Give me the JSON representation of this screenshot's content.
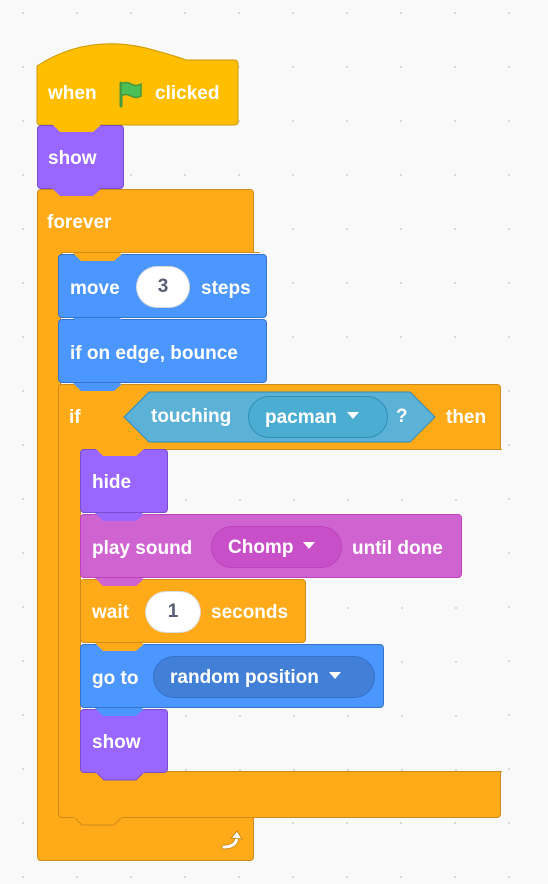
{
  "colors": {
    "events": "#ffbf00",
    "looks": "#9966ff",
    "control": "#ffab19",
    "motion": "#4c97ff",
    "sound": "#cf63cf",
    "sensing": "#5cb1d6"
  },
  "script": {
    "hat": {
      "when": "when",
      "clicked": "clicked",
      "icon": "green-flag-icon"
    },
    "show_1": {
      "label": "show"
    },
    "forever": {
      "label": "forever",
      "loop_icon": "loop-arrow-icon"
    },
    "move": {
      "label": "move",
      "steps_value": "3",
      "steps_label": "steps"
    },
    "bounce": {
      "label": "if on edge, bounce"
    },
    "if_block": {
      "if_label": "if",
      "then_label": "then",
      "touching_label": "touching",
      "touching_target": "pacman",
      "question": "?"
    },
    "hide": {
      "label": "hide"
    },
    "play_sound": {
      "label": "play sound",
      "sound": "Chomp",
      "until": "until done"
    },
    "wait": {
      "label": "wait",
      "value": "1",
      "unit": "seconds"
    },
    "goto": {
      "label": "go to",
      "target": "random position"
    },
    "show_2": {
      "label": "show"
    }
  }
}
